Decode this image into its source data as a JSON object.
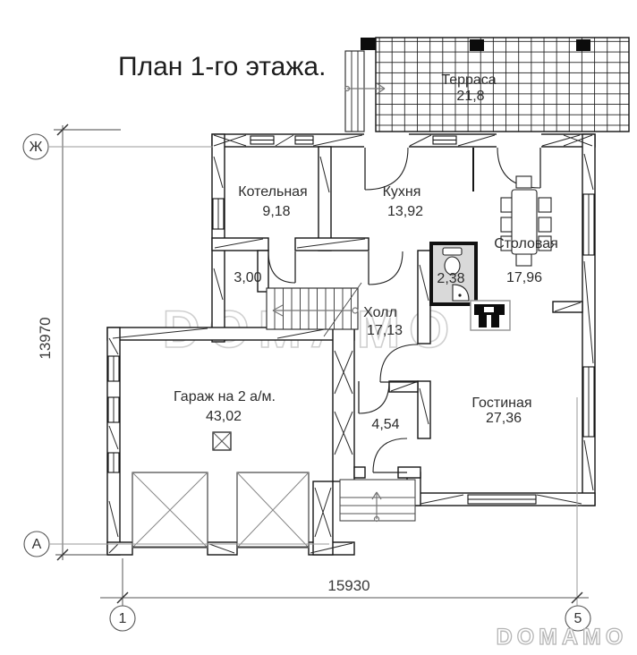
{
  "title": "План 1-го этажа.",
  "rooms": {
    "terrace": {
      "name": "Терраса",
      "area": "21,8"
    },
    "boiler": {
      "name": "Котельная",
      "area": "9,18"
    },
    "kitchen": {
      "name": "Кухня",
      "area": "13,92"
    },
    "dining": {
      "name": "Столовая",
      "area": "17,96"
    },
    "wc": {
      "area": "2,38"
    },
    "entry": {
      "area": "3,00"
    },
    "hall": {
      "name": "Холл",
      "area": "17,13"
    },
    "garage": {
      "name": "Гараж на 2 а/м.",
      "area": "43,02"
    },
    "corridor": {
      "area": "4,54"
    },
    "living": {
      "name": "Гостиная",
      "area": "27,36"
    }
  },
  "dimensions": {
    "height": "13970",
    "width": "15930"
  },
  "axes": {
    "row_top": "Ж",
    "row_bottom": "А",
    "col_left": "1",
    "col_right": "5"
  },
  "watermark": {
    "center": "DOMAMO",
    "corner": "DOMAMO"
  },
  "colors": {
    "wall": "#151515",
    "axis_line": "#999999",
    "wc_fill": "#d9d9d9",
    "watermark": "#c7c7c7"
  }
}
